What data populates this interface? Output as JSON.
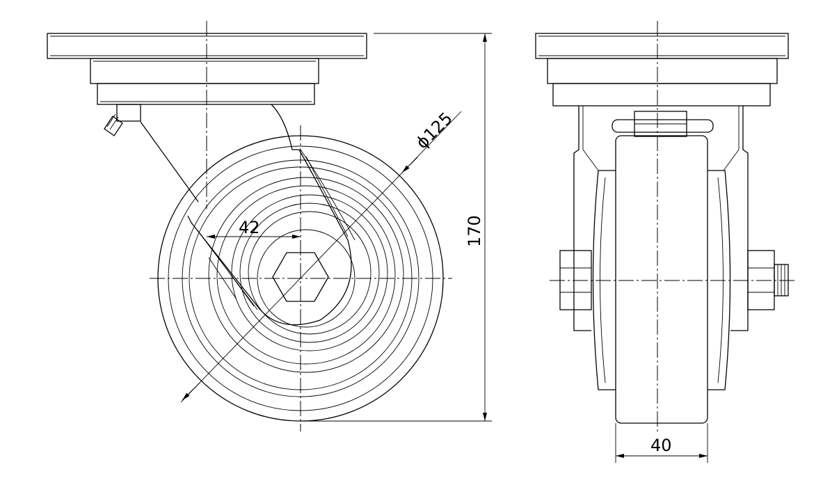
{
  "drawing": {
    "dimensions": {
      "wheel_diameter": "ϕ125",
      "offset": "42",
      "total_height": "170",
      "wheel_width": "40"
    },
    "line_color": "#000000",
    "background": "#ffffff"
  }
}
